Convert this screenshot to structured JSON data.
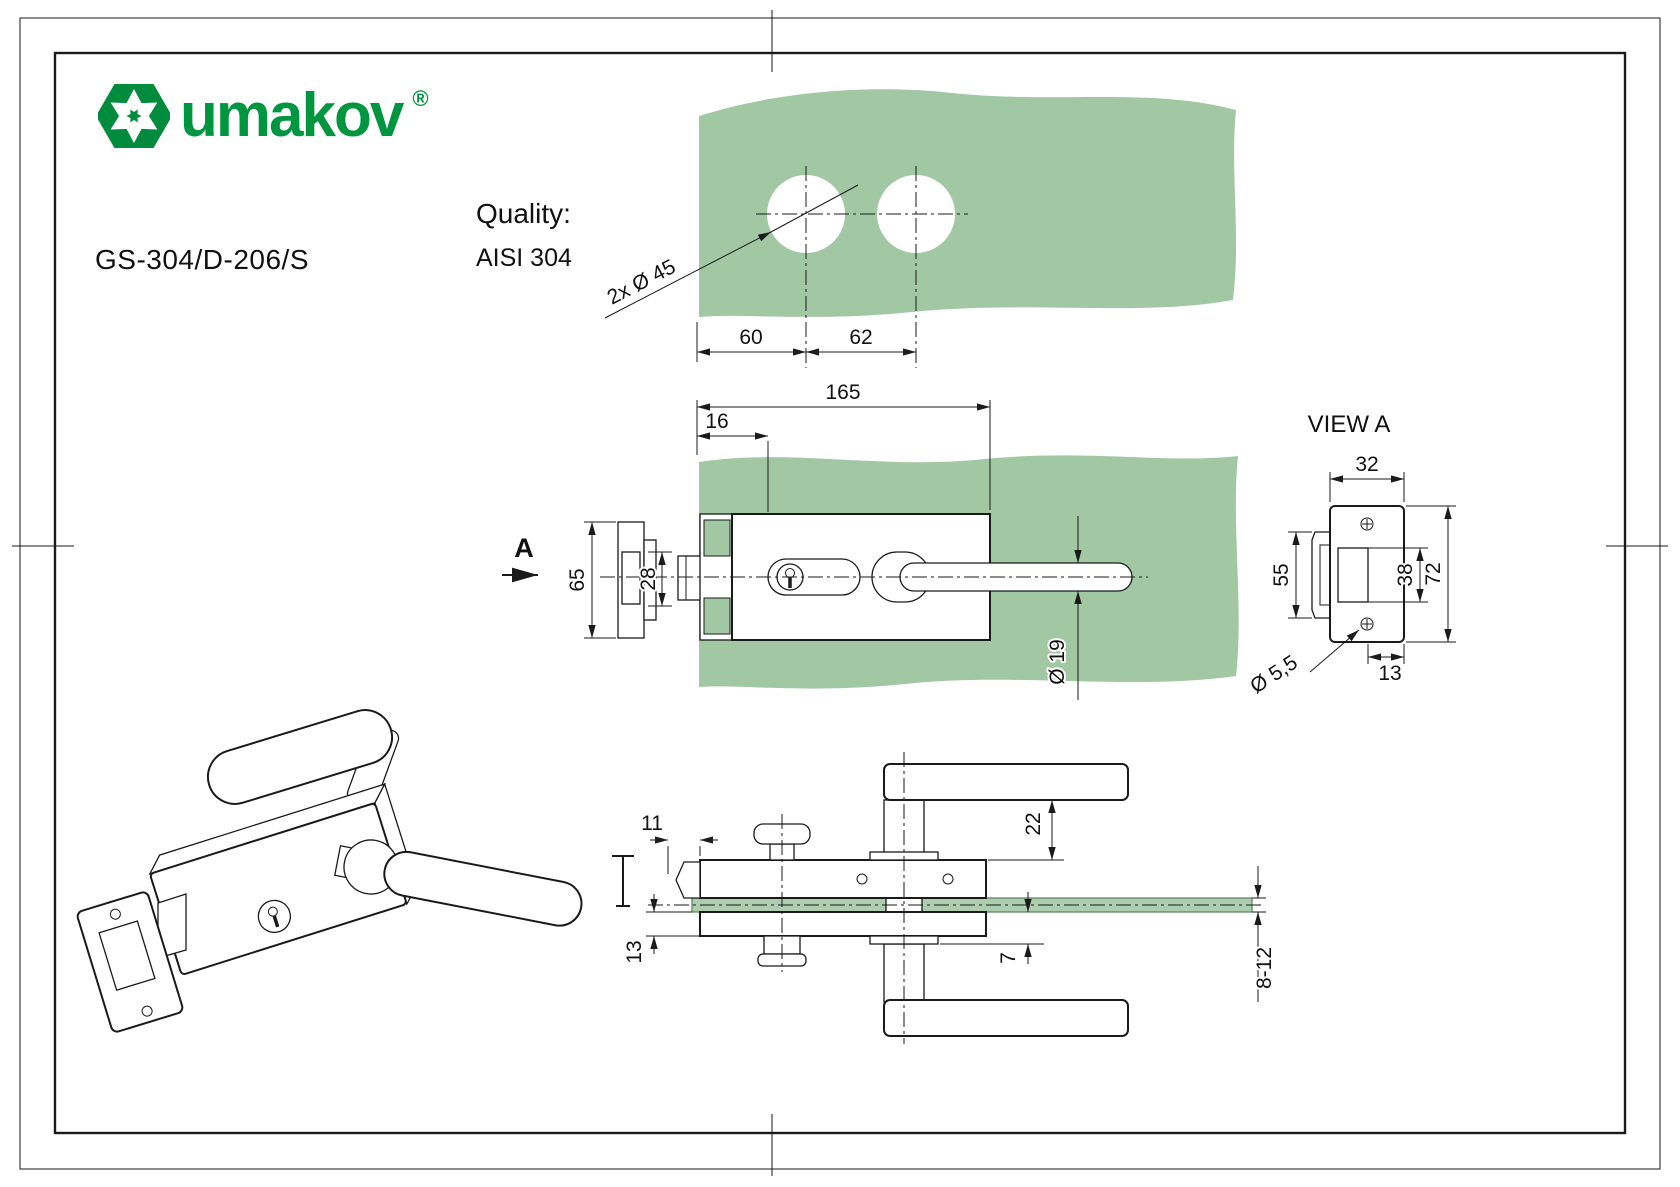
{
  "brand": {
    "name": "umakov",
    "registered": "®",
    "product_code": "GS-304/D-206/S",
    "quality_label": "Quality:",
    "quality_value": "AISI 304"
  },
  "colors": {
    "brand_green": "#009640",
    "glass_green": "#a2c7a3",
    "line": "#1a1a1a"
  },
  "views": {
    "drilling": {
      "holes_callout": "2x Ø 45",
      "dim_left_hole": "60",
      "dim_hole_spacing": "62"
    },
    "front": {
      "view_direction_label": "A",
      "dim_total_width": "165",
      "dim_edge_offset": "16",
      "dim_plate_height": "65",
      "dim_latch_height": "28",
      "dim_handle_diameter": "Ø 19"
    },
    "view_a": {
      "title": "VIEW A",
      "dim_width": "32",
      "dim_lip_height": "55",
      "dim_opening_height": "38",
      "dim_total_height": "72",
      "dim_edge": "13",
      "dim_screw_hole": "Ø 5,5"
    },
    "side": {
      "dim_latch": "11",
      "dim_bottom": "13",
      "dim_clearance": "22",
      "dim_clamp": "7",
      "dim_glass_thickness": "8-12"
    }
  }
}
